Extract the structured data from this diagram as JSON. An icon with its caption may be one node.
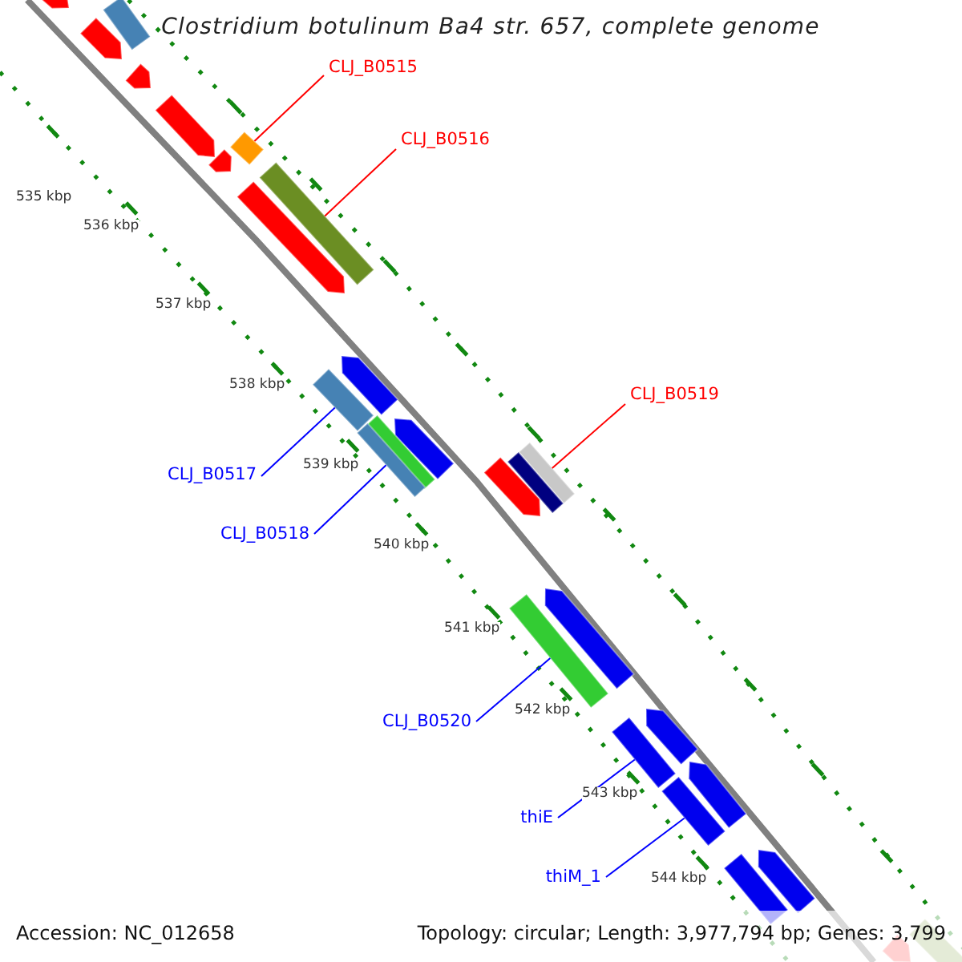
{
  "diagram": {
    "title": "Clostridium botulinum Ba4 str. 657, complete genome",
    "nodes": [
      {
        "text": [
          "CLJ_B0515"
        ]
      },
      {
        "text": [
          "CLJ_B0516"
        ]
      },
      {
        "text": [
          "CLJ_B0519"
        ]
      },
      {
        "text": [
          "CLJ_B0517"
        ]
      },
      {
        "text": [
          "CLJ_B0518"
        ]
      },
      {
        "text": [
          "CLJ_B0520"
        ]
      },
      {
        "text": [
          "thiE"
        ]
      },
      {
        "text": [
          "thiM_1"
        ]
      },
      {
        "text": [],
        "shape": "arrow"
      },
      {
        "text": [],
        "shape": "bar"
      },
      {
        "text": [],
        "shape": "arrow"
      },
      {
        "text": [],
        "shape": "arrow"
      },
      {
        "text": [],
        "shape": "arrow"
      },
      {
        "text": [],
        "shape": "bar"
      },
      {
        "text": [],
        "shape": "arrow"
      },
      {
        "text": [],
        "shape": "bar"
      },
      {
        "text": [],
        "shape": "arrow"
      },
      {
        "text": [],
        "shape": "arrow"
      },
      {
        "text": [],
        "shape": "bar"
      },
      {
        "text": [],
        "shape": "arrow"
      },
      {
        "text": [],
        "shape": "bar"
      },
      {
        "text": [],
        "shape": "bar"
      },
      {
        "text": [],
        "shape": "bar"
      },
      {
        "text": [],
        "shape": "bar"
      },
      {
        "text": [],
        "shape": "arrow"
      },
      {
        "text": [],
        "shape": "arrow"
      },
      {
        "text": [],
        "shape": "bar"
      },
      {
        "text": [],
        "shape": "arrow"
      },
      {
        "text": [],
        "shape": "bar"
      },
      {
        "text": [],
        "shape": "arrow"
      },
      {
        "text": [],
        "shape": "bar"
      },
      {
        "text": [],
        "shape": "arrow"
      },
      {
        "text": [],
        "shape": "bar"
      },
      {
        "text": [],
        "shape": "arrow"
      },
      {
        "text": [],
        "shape": "bar"
      }
    ],
    "edges": [
      {
        "from": 0,
        "to": 13,
        "arrow": "none",
        "color": "#ff0000"
      },
      {
        "from": 1,
        "to": 15,
        "arrow": "none",
        "color": "#ff0000"
      },
      {
        "from": 2,
        "to": 22,
        "arrow": "none",
        "color": "#ff0000"
      },
      {
        "from": 3,
        "to": 18,
        "arrow": "none"
      },
      {
        "from": 4,
        "to": 21,
        "arrow": "none"
      },
      {
        "from": 5,
        "to": 26,
        "arrow": "none"
      },
      {
        "from": 6,
        "to": 28,
        "arrow": "none"
      },
      {
        "from": 7,
        "to": 30,
        "arrow": "none"
      }
    ],
    "labels": [
      "535 kbp",
      "536 kbp",
      "537 kbp",
      "538 kbp",
      "539 kbp",
      "540 kbp",
      "541 kbp",
      "542 kbp",
      "543 kbp",
      "544 kbp",
      "Accession: NC_012658",
      "Topology: circular; Length: 3,977,794 bp; Genes: 3,799"
    ]
  }
}
